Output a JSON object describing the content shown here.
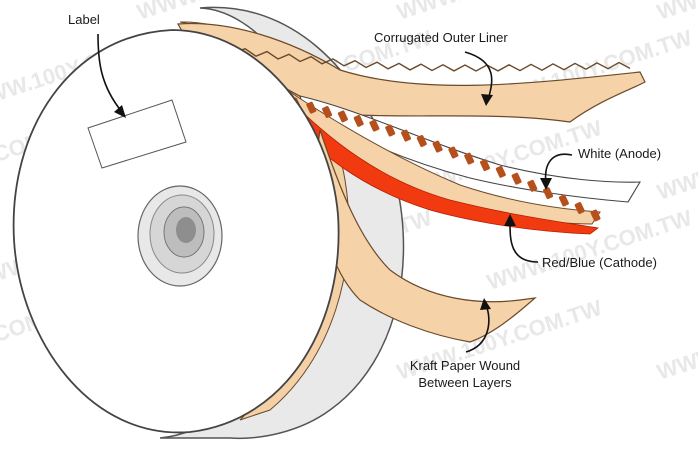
{
  "labels": {
    "label": "Label",
    "corrugated": "Corrugated Outer Liner",
    "white": "White (Anode)",
    "red": "Red/Blue (Cathode)",
    "kraft_line1": "Kraft Paper Wound",
    "kraft_line2": "Between Layers"
  },
  "watermark": "WWW.100Y.COM.TW",
  "colors": {
    "kraft": "#f6d2a8",
    "kraft_edge": "#6b4a2a",
    "cathode": "#f23a10",
    "tab": "#b5501c",
    "reel_edge": "#555555"
  }
}
